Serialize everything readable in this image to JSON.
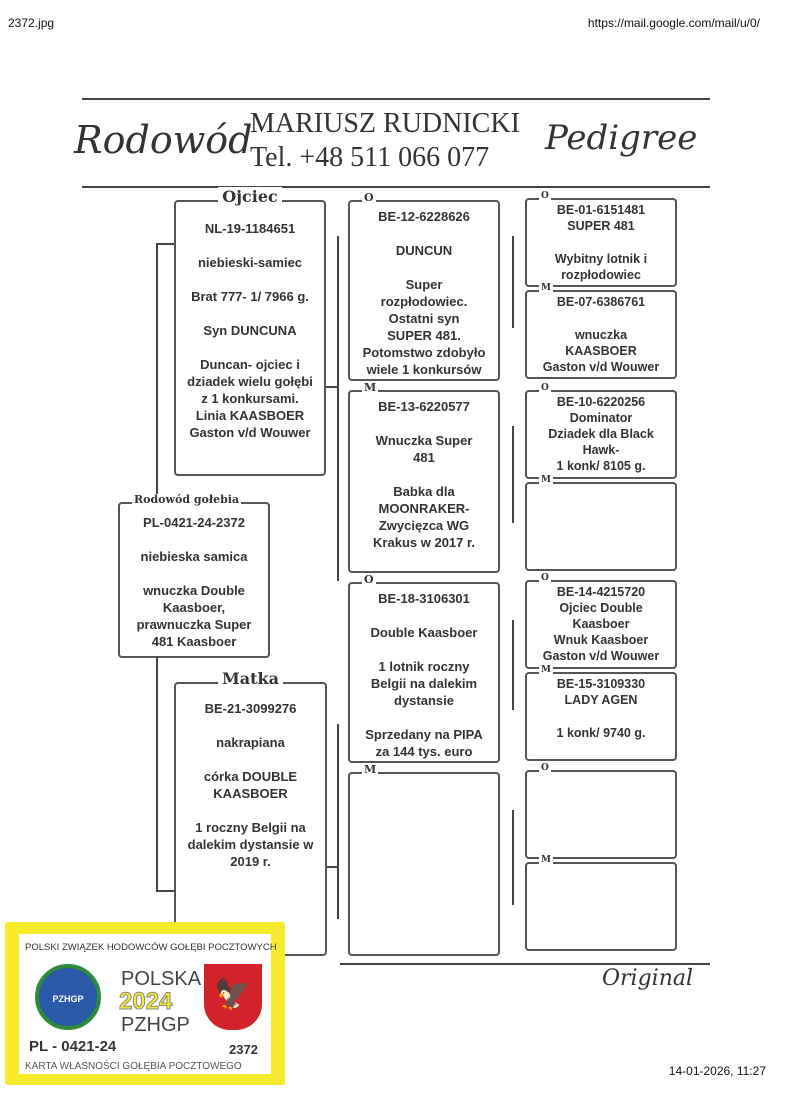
{
  "browser": {
    "file": "2372.jpg",
    "url": "https://mail.google.com/mail/u/0/",
    "printed": "14-01-2026, 11:27"
  },
  "header": {
    "left_logo": "Rodowód",
    "name": "MARIUSZ RUDNICKI",
    "phone": "Tel. +48 511 066 077",
    "right_logo": "Pedigree"
  },
  "subject": {
    "title": "Rodowód gołebia",
    "lines": [
      "PL-0421-24-2372",
      "",
      "niebieska samica",
      "",
      "wnuczka Double",
      "Kaasboer,",
      "prawnuczka Super",
      "481 Kaasboer"
    ]
  },
  "father": {
    "title": "Ojciec",
    "lines": [
      "NL-19-1184651",
      "",
      "niebieski-samiec",
      "",
      "Brat 777- 1/ 7966 g.",
      "",
      "Syn DUNCUNA",
      "",
      "Duncan- ojciec i",
      "dziadek wielu gołębi",
      "z 1 konkursami.",
      "Linia KAASBOER",
      "Gaston v/d Wouwer"
    ]
  },
  "mother": {
    "title": "Matka",
    "lines": [
      "BE-21-3099276",
      "",
      "nakrapiana",
      "",
      "córka DOUBLE",
      "KAASBOER",
      "",
      "1 roczny Belgii na",
      "dalekim dystansie w",
      "2019 r."
    ]
  },
  "gen2": [
    {
      "tag": "O",
      "lines": [
        "BE-12-6228626",
        "",
        "DUNCUN",
        "",
        "Super",
        "rozpłodowiec.",
        "Ostatni syn",
        "SUPER 481.",
        "Potomstwo zdobyło",
        "wiele 1 konkursów"
      ]
    },
    {
      "tag": "M",
      "lines": [
        "BE-13-6220577",
        "",
        "Wnuczka Super",
        "481",
        "",
        "Babka dla",
        "MOONRAKER-",
        "Zwycięzca WG",
        "Krakus w 2017 r."
      ]
    },
    {
      "tag": "O",
      "lines": [
        "BE-18-3106301",
        "",
        "Double Kaasboer",
        "",
        "1 lotnik roczny",
        "Belgii na dalekim",
        "dystansie",
        "",
        "Sprzedany na PIPA",
        "za 144 tys. euro"
      ]
    },
    {
      "tag": "M",
      "lines": []
    }
  ],
  "gen3": [
    {
      "tag": "O",
      "lines": [
        "BE-01-6151481",
        "SUPER 481",
        "",
        "Wybitny lotnik i",
        "rozpłodowiec"
      ]
    },
    {
      "tag": "M",
      "lines": [
        "BE-07-6386761",
        "",
        "wnuczka",
        "KAASBOER",
        "Gaston v/d Wouwer"
      ]
    },
    {
      "tag": "O",
      "lines": [
        "BE-10-6220256",
        "Dominator",
        "Dziadek dla Black",
        "Hawk-",
        "1 konk/ 8105 g."
      ]
    },
    {
      "tag": "M",
      "lines": []
    },
    {
      "tag": "O",
      "lines": [
        "BE-14-4215720",
        "Ojciec Double",
        "Kaasboer",
        "Wnuk Kaasboer",
        "Gaston v/d Wouwer"
      ]
    },
    {
      "tag": "M",
      "lines": [
        "BE-15-3109330",
        "LADY AGEN",
        "",
        "1 konk/ 9740 g."
      ]
    },
    {
      "tag": "O",
      "lines": []
    },
    {
      "tag": "M",
      "lines": []
    }
  ],
  "footer": {
    "original": "Original"
  },
  "card": {
    "org": "POLSKI ZWIĄZEK HODOWCÓW GOŁĘBI POCZTOWYCH",
    "country": "POLSKA",
    "year": "2024",
    "abbr": "PZHGP",
    "logo_text": "PZHGP",
    "ring": "PL - 0421-24",
    "number": "2372",
    "caption": "KARTA WŁASNOŚCI GOŁĘBIA POCZTOWEGO"
  },
  "colors": {
    "card_yellow": "#f7ea2a",
    "flag_red": "#d2232a"
  }
}
